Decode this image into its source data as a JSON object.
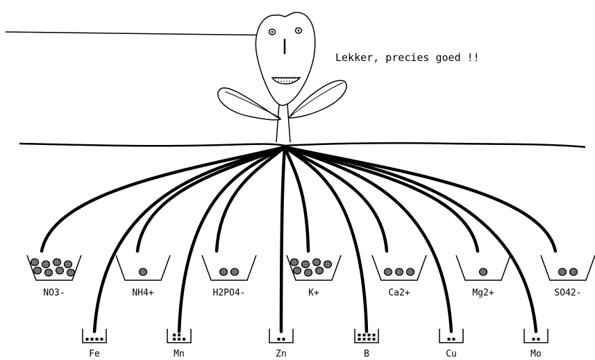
{
  "speech_text": "Lekker, precies goed !!",
  "macro_nutrients": [
    {
      "label": "NO3-",
      "granules": 8
    },
    {
      "label": "NH4+",
      "granules": 1
    },
    {
      "label": "H2PO4-",
      "granules": 2
    },
    {
      "label": "K+",
      "granules": 7
    },
    {
      "label": "Ca2+",
      "granules": 3
    },
    {
      "label": "Mg2+",
      "granules": 1
    },
    {
      "label": "SO42-",
      "granules": 2
    }
  ],
  "micro_nutrients": [
    {
      "label": "Fe",
      "dots": 4
    },
    {
      "label": "Mn",
      "dots": 5
    },
    {
      "label": "Zn",
      "dots": 2
    },
    {
      "label": "B",
      "dots": 8
    },
    {
      "label": "Cu",
      "dots": 2
    },
    {
      "label": "Mo",
      "dots": 2
    }
  ]
}
